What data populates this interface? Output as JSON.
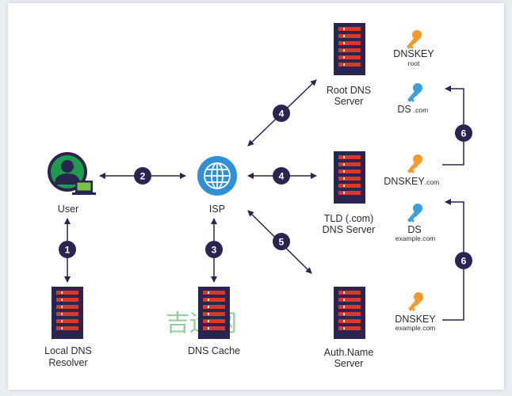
{
  "nodes": {
    "user": {
      "label": "User"
    },
    "isp": {
      "label": "ISP"
    },
    "local_resolver": {
      "line1": "Local DNS",
      "line2": "Resolver"
    },
    "dns_cache": {
      "label": "DNS Cache"
    },
    "root": {
      "line1": "Root DNS",
      "line2": "Server"
    },
    "tld": {
      "line1": "TLD (.com)",
      "line2": "DNS Server"
    },
    "auth": {
      "line1": "Auth.Name",
      "line2": "Server"
    }
  },
  "keys": {
    "root_dnskey": {
      "title": "DNSKEY",
      "sub": "root",
      "color": "#f39a2b"
    },
    "root_ds": {
      "title": "DS",
      "sub": ".com",
      "color": "#3d9fd8"
    },
    "tld_dnskey": {
      "title": "DNSKEY",
      "sub": ".com",
      "color": "#f39a2b"
    },
    "tld_ds": {
      "title": "DS",
      "sub": "example.com",
      "color": "#3d9fd8"
    },
    "auth_dnskey": {
      "title": "DNSKEY",
      "sub": "example.com",
      "color": "#f39a2b"
    }
  },
  "steps": {
    "user_resolver": "1",
    "user_isp": "2",
    "isp_cache": "3",
    "isp_root": "4",
    "isp_tld": "4",
    "isp_auth": "5",
    "chain_upper": "6",
    "chain_lower": "6"
  },
  "watermark": "吉运网",
  "colors": {
    "navy": "#2a2450",
    "server_red": "#d93a28",
    "globe": "#2f8fd8",
    "user_green": "#1f9b4f",
    "laptop_green": "#7ac143"
  }
}
